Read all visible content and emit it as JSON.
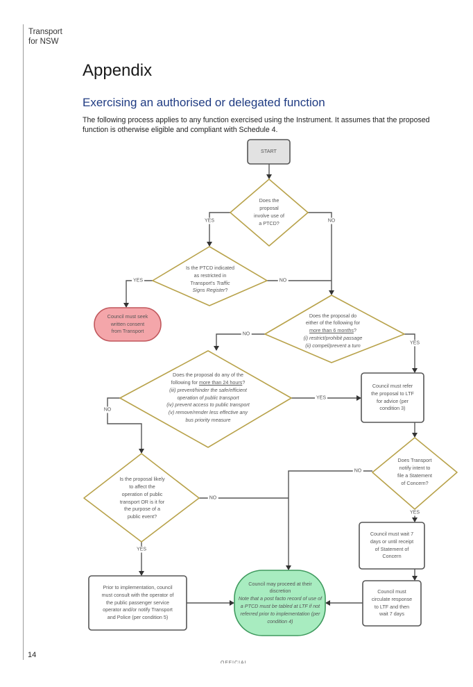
{
  "header": {
    "brand_line1": "Transport",
    "brand_line2": "for NSW"
  },
  "title": "Appendix",
  "subtitle": "Exercising an authorised or delegated function",
  "intro": "The following process applies to any function exercised using the Instrument. It assumes that the proposed function is otherwise eligible and compliant with Schedule 4.",
  "page_number": "14",
  "footer": "OFFICIAL",
  "colors": {
    "heading": "#1f3b82",
    "decision_border": "#b8a24a",
    "red_fill": "#f4a6aa",
    "green_fill": "#a8ecc0"
  },
  "flowchart": {
    "nodes": [
      {
        "id": "start",
        "lines": [
          [
            {
              "t": "START",
              "s": ""
            }
          ]
        ]
      },
      {
        "id": "d1",
        "lines": [
          [
            {
              "t": "Does the",
              "s": ""
            }
          ],
          [
            {
              "t": "proposal",
              "s": ""
            }
          ],
          [
            {
              "t": "involve use of",
              "s": ""
            }
          ],
          [
            {
              "t": "a PTCD?",
              "s": ""
            }
          ]
        ]
      },
      {
        "id": "d2",
        "lines": [
          [
            {
              "t": "Is the PTCD indicated",
              "s": ""
            }
          ],
          [
            {
              "t": "as restricted in",
              "s": ""
            }
          ],
          [
            {
              "t": "Transport's ",
              "s": ""
            },
            {
              "t": "Traffic",
              "s": "i"
            }
          ],
          [
            {
              "t": "Signs Register",
              "s": "i"
            },
            {
              "t": "?",
              "s": ""
            }
          ]
        ]
      },
      {
        "id": "red",
        "lines": [
          [
            {
              "t": "Council must seek",
              "s": ""
            }
          ],
          [
            {
              "t": "written consent",
              "s": ""
            }
          ],
          [
            {
              "t": "from Transport",
              "s": ""
            }
          ]
        ]
      },
      {
        "id": "d3",
        "lines": [
          [
            {
              "t": "Does the proposal do",
              "s": ""
            }
          ],
          [
            {
              "t": "either of the following for",
              "s": ""
            }
          ],
          [
            {
              "t": "more than 6 months",
              "s": "u"
            },
            {
              "t": "?",
              "s": ""
            }
          ],
          [
            {
              "t": "(i) restrict/prohibit passage",
              "s": "i"
            }
          ],
          [
            {
              "t": "(ii) compel/prevent a turn",
              "s": "i"
            }
          ]
        ]
      },
      {
        "id": "d4",
        "lines": [
          [
            {
              "t": "Does the proposal do any of the",
              "s": ""
            }
          ],
          [
            {
              "t": "following for ",
              "s": ""
            },
            {
              "t": "more than 24 hours",
              "s": "u"
            },
            {
              "t": "?",
              "s": ""
            }
          ],
          [
            {
              "t": "(iii) prevent/hinder the safe/efficient",
              "s": "i"
            }
          ],
          [
            {
              "t": "operation of public transport",
              "s": "i"
            }
          ],
          [
            {
              "t": "(iv) prevent access to public transport",
              "s": "i"
            }
          ],
          [
            {
              "t": "(v) remove/render less effective any",
              "s": "i"
            }
          ],
          [
            {
              "t": "bus priority measure",
              "s": "i"
            }
          ]
        ]
      },
      {
        "id": "refer",
        "lines": [
          [
            {
              "t": "Council must refer",
              "s": ""
            }
          ],
          [
            {
              "t": "the proposal to LTF",
              "s": ""
            }
          ],
          [
            {
              "t": "for advice (per",
              "s": ""
            }
          ],
          [
            {
              "t": "condition 3)",
              "s": ""
            }
          ]
        ]
      },
      {
        "id": "d5",
        "lines": [
          [
            {
              "t": "Does Transport",
              "s": ""
            }
          ],
          [
            {
              "t": "notify intent to",
              "s": ""
            }
          ],
          [
            {
              "t": "file a Statement",
              "s": ""
            }
          ],
          [
            {
              "t": "of Concern?",
              "s": ""
            }
          ]
        ]
      },
      {
        "id": "d6",
        "lines": [
          [
            {
              "t": "Is the proposal likely",
              "s": ""
            }
          ],
          [
            {
              "t": "to affect the",
              "s": ""
            }
          ],
          [
            {
              "t": "operation of public",
              "s": ""
            }
          ],
          [
            {
              "t": "transport OR is it for",
              "s": ""
            }
          ],
          [
            {
              "t": "the purpose of a",
              "s": ""
            }
          ],
          [
            {
              "t": "public event?",
              "s": ""
            }
          ]
        ]
      },
      {
        "id": "wait",
        "lines": [
          [
            {
              "t": "Council must wait 7",
              "s": ""
            }
          ],
          [
            {
              "t": "days or until receipt",
              "s": ""
            }
          ],
          [
            {
              "t": "of Statement of",
              "s": ""
            }
          ],
          [
            {
              "t": "Concern",
              "s": ""
            }
          ]
        ]
      },
      {
        "id": "prior",
        "lines": [
          [
            {
              "t": "Prior to implementation, council",
              "s": ""
            }
          ],
          [
            {
              "t": "must consult with the operator of",
              "s": ""
            }
          ],
          [
            {
              "t": "the public passenger service",
              "s": ""
            }
          ],
          [
            {
              "t": "operator and/or notify Transport",
              "s": ""
            }
          ],
          [
            {
              "t": "and Police (per condition 5)",
              "s": ""
            }
          ]
        ]
      },
      {
        "id": "green",
        "lines": [
          [
            {
              "t": "Council may proceed at their",
              "s": ""
            }
          ],
          [
            {
              "t": "discretion",
              "s": ""
            }
          ],
          [
            {
              "t": "Note that a post facto record of use of",
              "s": "i"
            }
          ],
          [
            {
              "t": "a PTCD must be tabled at LTF if not",
              "s": "i"
            }
          ],
          [
            {
              "t": "referred prior to implementation (per",
              "s": "i"
            }
          ],
          [
            {
              "t": "condition 4)",
              "s": "i"
            }
          ]
        ]
      },
      {
        "id": "circ",
        "lines": [
          [
            {
              "t": "Council must",
              "s": ""
            }
          ],
          [
            {
              "t": "circulate response",
              "s": ""
            }
          ],
          [
            {
              "t": "to LTF and then",
              "s": ""
            }
          ],
          [
            {
              "t": "wait 7 days",
              "s": ""
            }
          ]
        ]
      }
    ],
    "edge_labels": {
      "d1_yes": "YES",
      "d1_no": "NO",
      "d2_yes": "YES",
      "d2_no": "NO",
      "d3_no": "NO",
      "d3_yes": "YES",
      "d4_yes": "YES",
      "d4_no": "NO",
      "d5_no": "NO",
      "d5_yes": "YES",
      "d6_no": "NO",
      "d6_yes": "YES"
    }
  }
}
